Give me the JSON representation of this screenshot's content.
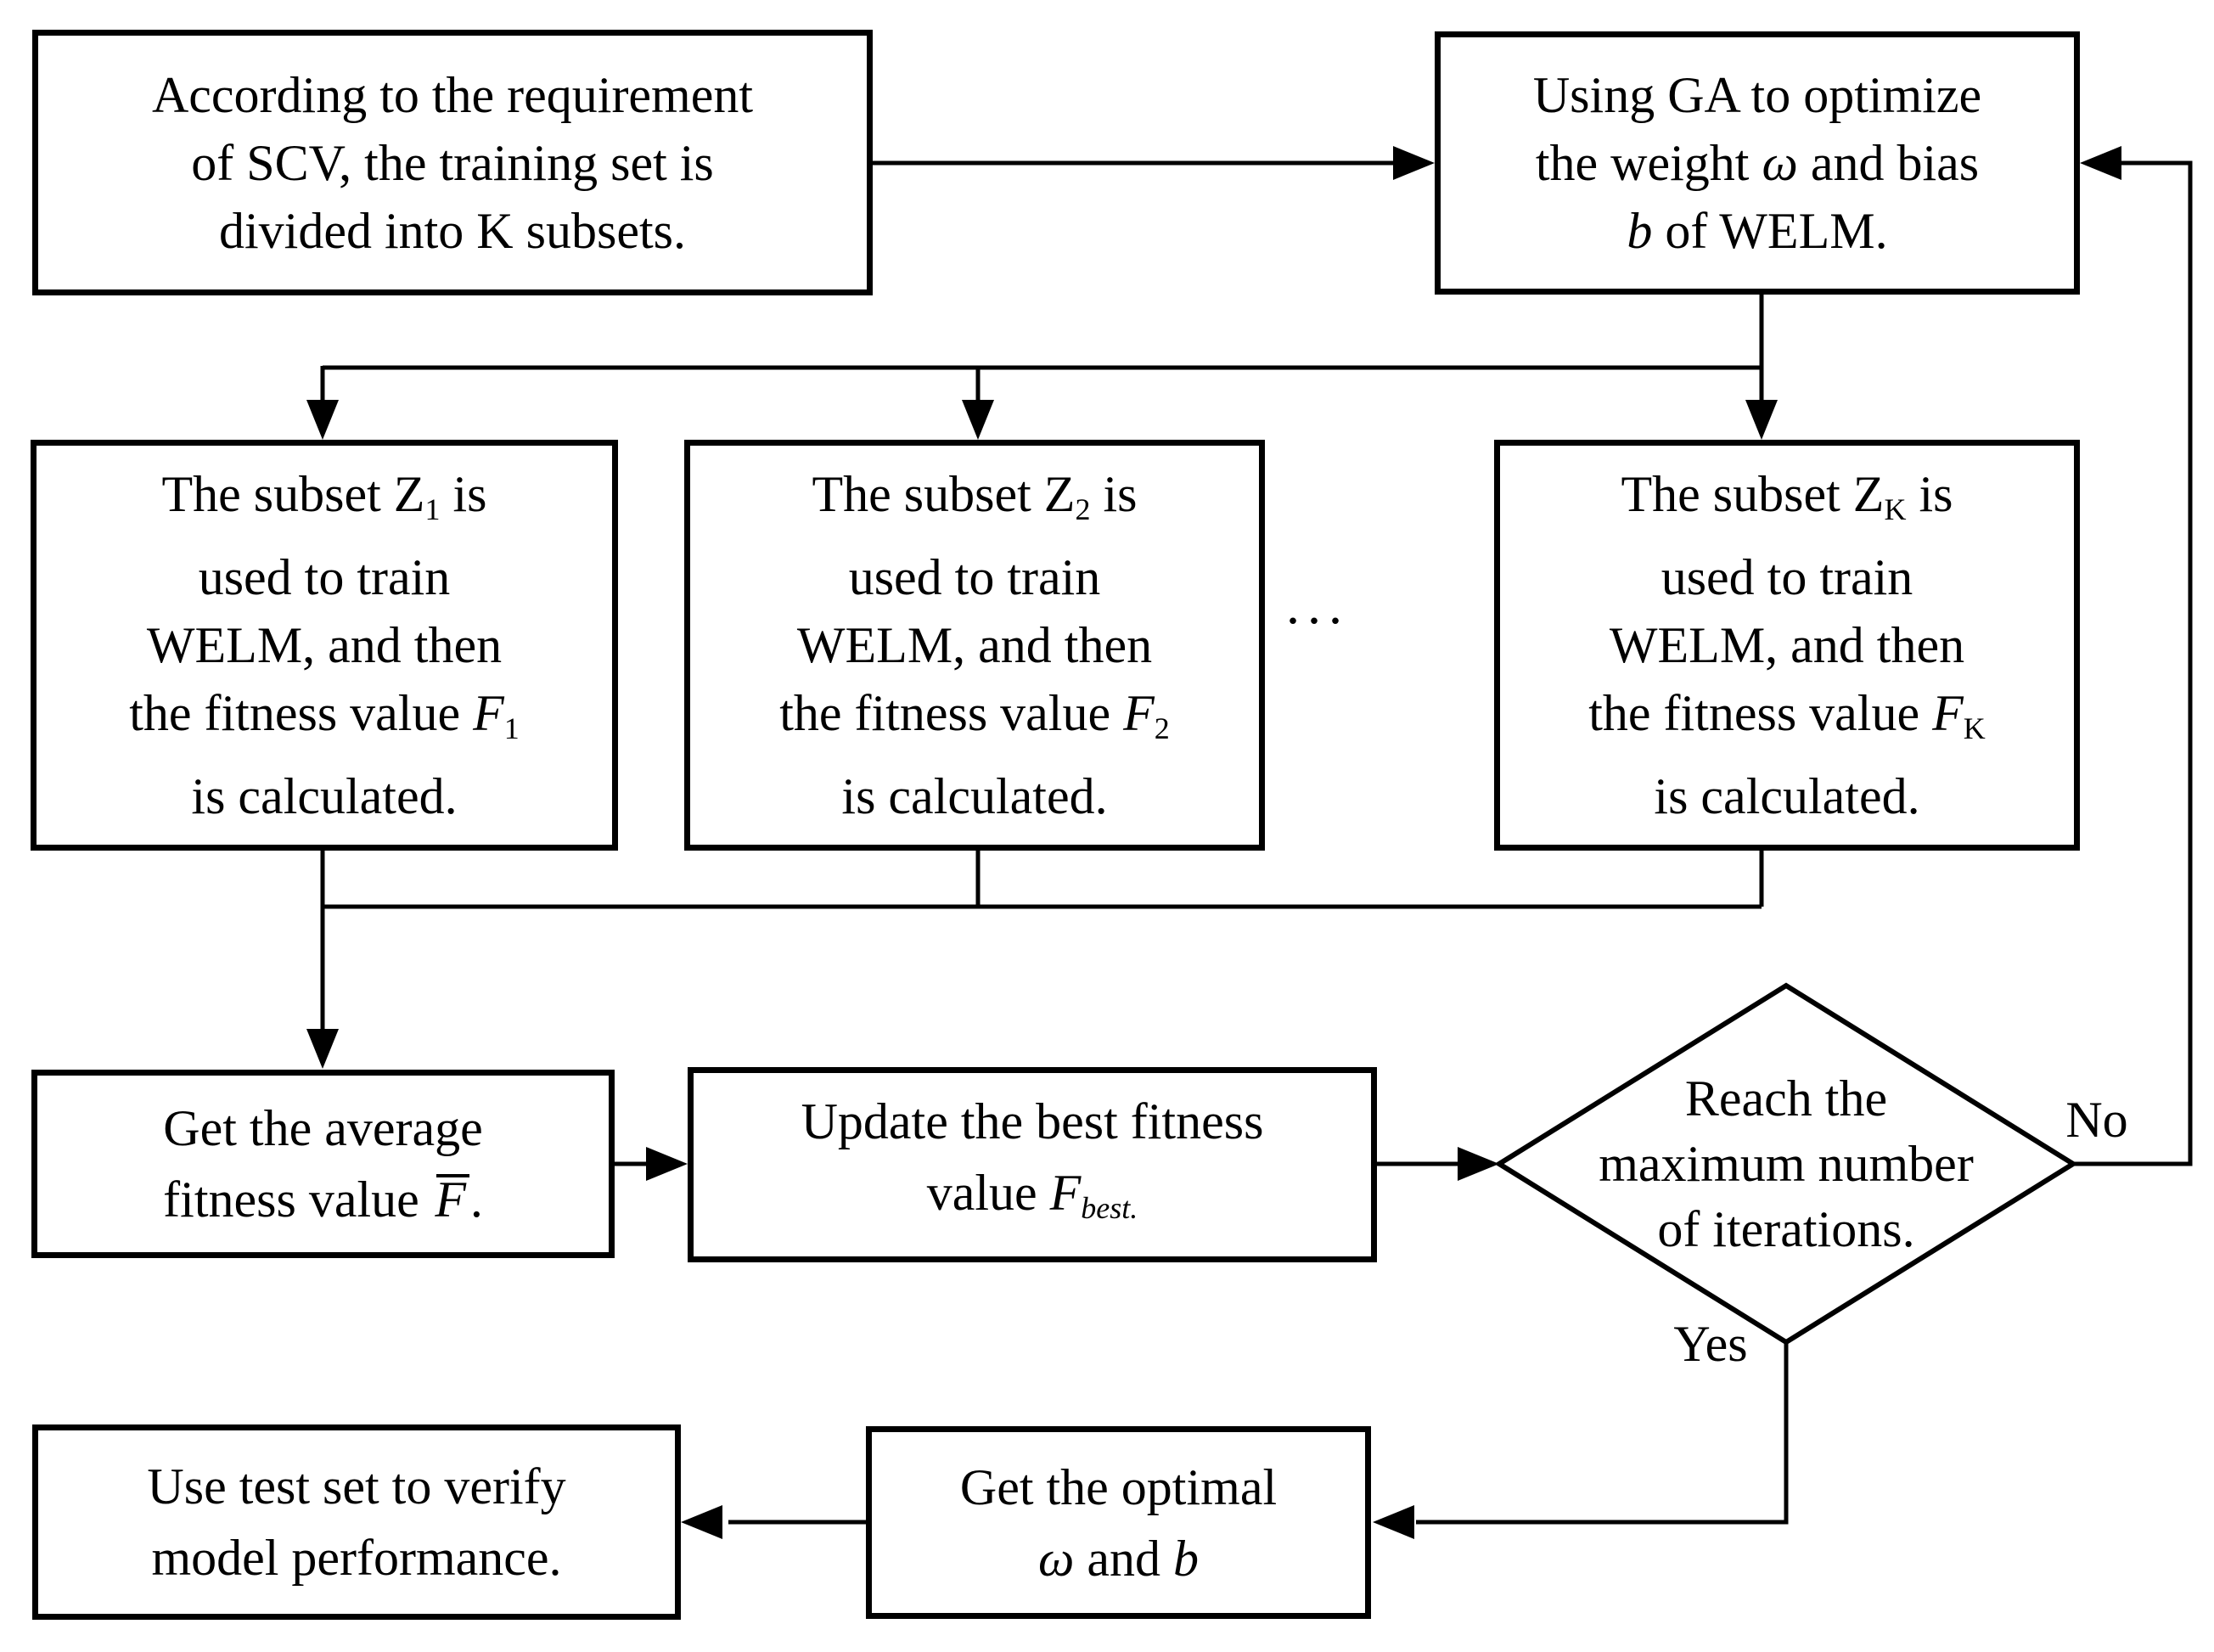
{
  "figure": {
    "kind": "flowchart",
    "colors": {
      "line": "#000000",
      "box_fill": "#ffffff",
      "text": "#000000"
    }
  },
  "nodes": {
    "split_training": {
      "lines": [
        [
          {
            "t": "According to the requirement"
          }
        ],
        [
          {
            "t": "of SCV, the training set is"
          }
        ],
        [
          {
            "t": "divided into K subsets."
          }
        ]
      ]
    },
    "ga_optimize": {
      "lines": [
        [
          {
            "t": "Using GA to optimize"
          }
        ],
        [
          {
            "t": "the weight "
          },
          {
            "t": "ω",
            "s": "i"
          },
          {
            "t": " and bias"
          }
        ],
        [
          {
            "t": "b",
            "s": "i"
          },
          {
            "t": " of WELM."
          }
        ]
      ]
    },
    "subset_1": {
      "lines": [
        [
          {
            "t": "The subset Z"
          },
          {
            "t": "1",
            "s": "sub"
          },
          {
            "t": " is"
          }
        ],
        [
          {
            "t": "used to train"
          }
        ],
        [
          {
            "t": "WELM, and then"
          }
        ],
        [
          {
            "t": "the fitness value "
          },
          {
            "t": "F",
            "s": "i"
          },
          {
            "t": "1",
            "s": "sub"
          }
        ],
        [
          {
            "t": "is calculated."
          }
        ]
      ]
    },
    "subset_2": {
      "lines": [
        [
          {
            "t": "The subset Z"
          },
          {
            "t": "2",
            "s": "sub"
          },
          {
            "t": " is"
          }
        ],
        [
          {
            "t": "used to train"
          }
        ],
        [
          {
            "t": "WELM, and then"
          }
        ],
        [
          {
            "t": "the fitness value "
          },
          {
            "t": "F",
            "s": "i"
          },
          {
            "t": "2",
            "s": "sub"
          }
        ],
        [
          {
            "t": "is calculated."
          }
        ]
      ]
    },
    "subset_k": {
      "lines": [
        [
          {
            "t": "The subset Z"
          },
          {
            "t": "K",
            "s": "sub"
          },
          {
            "t": " is"
          }
        ],
        [
          {
            "t": "used to train"
          }
        ],
        [
          {
            "t": "WELM, and then"
          }
        ],
        [
          {
            "t": "the fitness value "
          },
          {
            "t": "F",
            "s": "i"
          },
          {
            "t": "K",
            "s": "sub"
          }
        ],
        [
          {
            "t": "is calculated."
          }
        ]
      ]
    },
    "average_fitness": {
      "lines": [
        [
          {
            "t": "Get the average"
          }
        ],
        [
          {
            "t": "fitness value "
          },
          {
            "t": "F",
            "s": "bar"
          },
          {
            "t": "."
          }
        ]
      ]
    },
    "update_best": {
      "lines": [
        [
          {
            "t": "Update the best fitness"
          }
        ],
        [
          {
            "t": "value "
          },
          {
            "t": "F",
            "s": "i"
          },
          {
            "t": "best.",
            "s": "subi"
          }
        ]
      ]
    },
    "decision": {
      "lines": [
        [
          {
            "t": "Reach the"
          }
        ],
        [
          {
            "t": "maximum number"
          }
        ],
        [
          {
            "t": "of iterations."
          }
        ]
      ]
    },
    "get_optimal": {
      "lines": [
        [
          {
            "t": "Get the optimal"
          }
        ],
        [
          {
            "t": "ω",
            "s": "i"
          },
          {
            "t": " and "
          },
          {
            "t": "b",
            "s": "i"
          }
        ]
      ]
    },
    "verify_model": {
      "lines": [
        [
          {
            "t": "Use test set to verify"
          }
        ],
        [
          {
            "t": "model performance."
          }
        ]
      ]
    }
  },
  "labels": {
    "no": "No",
    "yes": "Yes",
    "ellipsis": "..."
  }
}
